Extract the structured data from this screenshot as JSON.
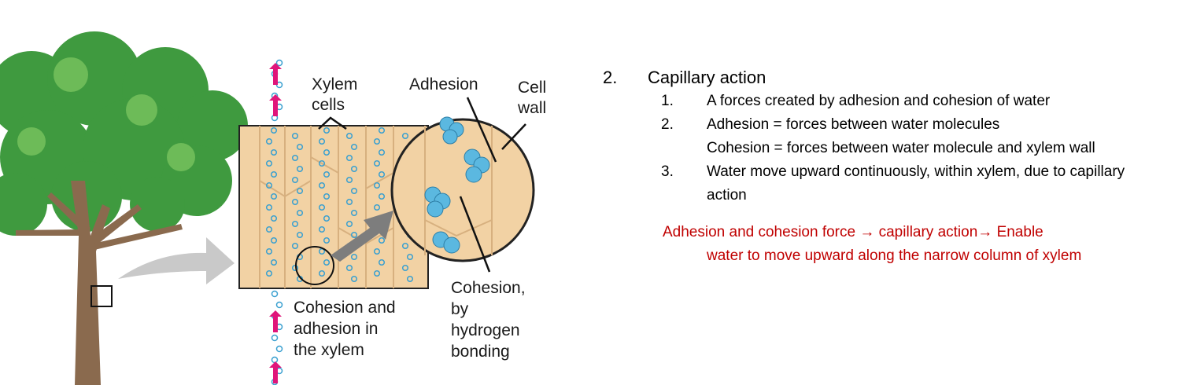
{
  "figure": {
    "labels": {
      "xylem_cells_1": "Xylem",
      "xylem_cells_2": "cells",
      "adhesion": "Adhesion",
      "cell_wall_1": "Cell",
      "cell_wall_2": "wall",
      "cohesion_1": "Cohesion,",
      "cohesion_2": "by",
      "cohesion_3": "hydrogen",
      "cohesion_4": "bonding",
      "ca_1": "Cohesion and",
      "ca_2": "adhesion in",
      "ca_3": "the xylem"
    },
    "colors": {
      "leaves": "#3f9a3f",
      "trunk": "#8a6a4e",
      "xylem": "#f2d2a4",
      "water": "#5bb8e0",
      "arrow_up": "#e0157a"
    }
  },
  "notes": {
    "heading": {
      "num": "2.",
      "text": "Capillary action"
    },
    "items": [
      {
        "num": "1.",
        "text": "A forces created by adhesion and cohesion of water"
      },
      {
        "num": "2.",
        "text": "Adhesion = forces between  water molecules"
      },
      {
        "num": "",
        "text": "Cohesion = forces between  water molecule and xylem wall"
      },
      {
        "num": "3.",
        "text": "Water move upward continuously, within xylem,  due to capillary action"
      }
    ],
    "summary": {
      "line1": "Adhesion and cohesion force → capillary action→ Enable",
      "line2": "water to move upward along the narrow column of xylem"
    }
  }
}
